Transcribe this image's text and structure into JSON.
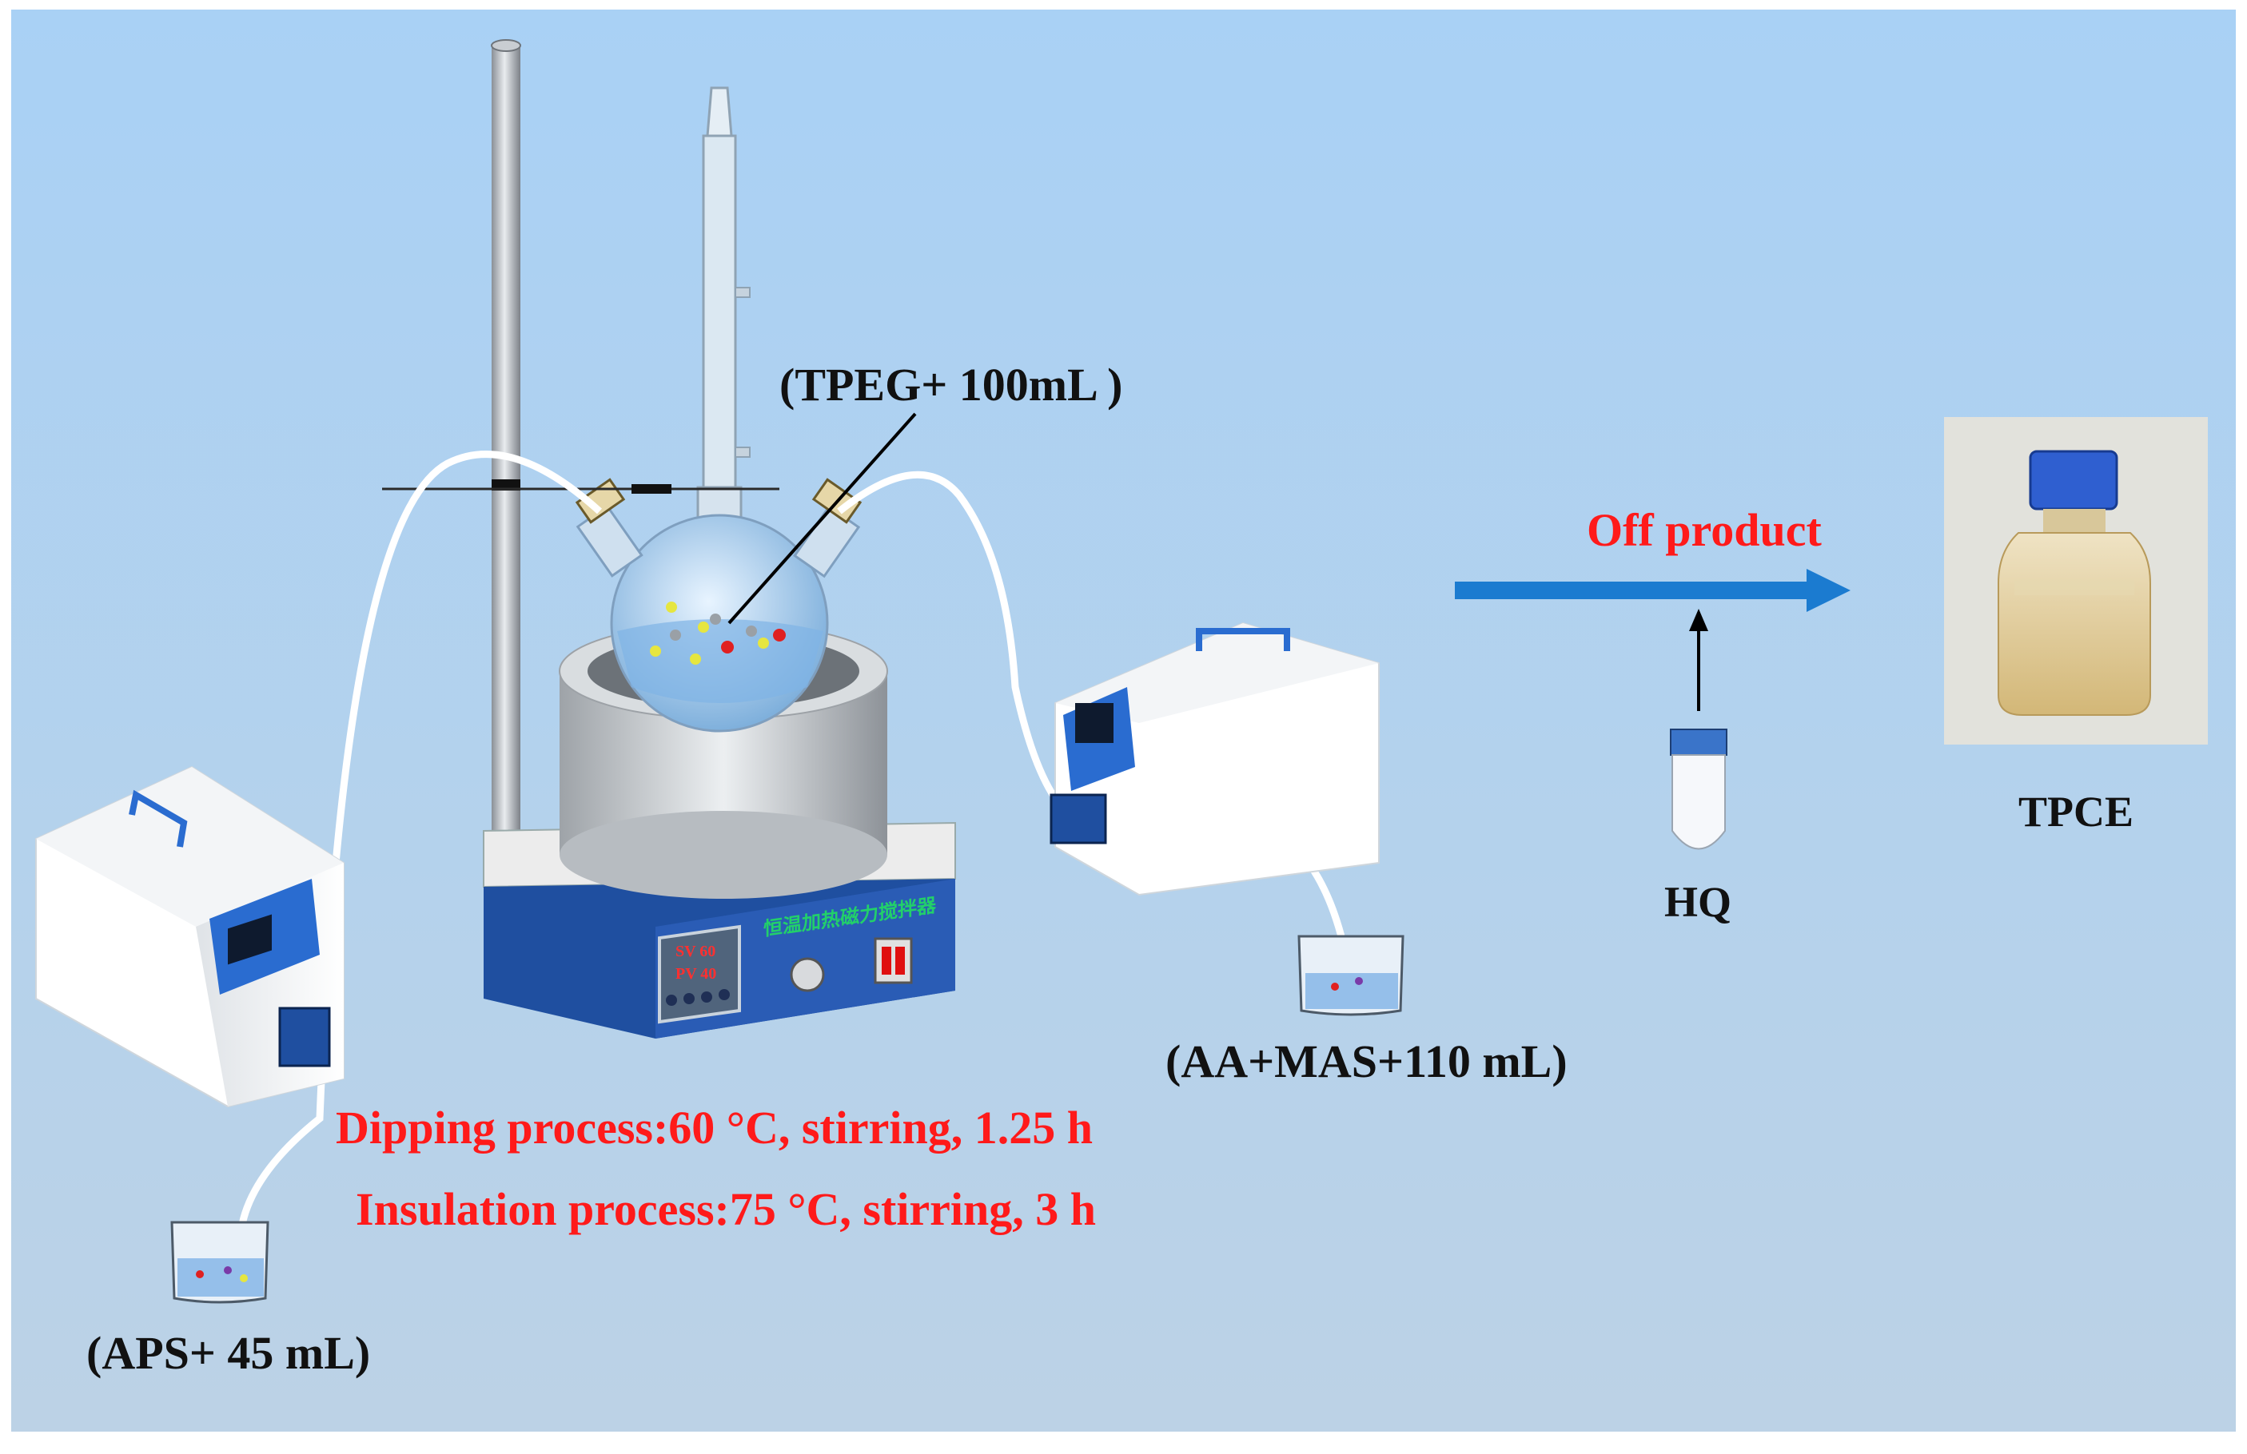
{
  "labels": {
    "tpeg": "(TPEG+ 100mL )",
    "off_product": "Off product",
    "tpce": "TPCE",
    "hq": "HQ",
    "aa_mas": "(AA+MAS+110 mL)",
    "aps": "(APS+ 45 mL)",
    "dipping": "Dipping process:60 °C, stirring, 1.25 h",
    "insulation": "Insulation process:75 °C, stirring, 3 h",
    "stirrer_brand": "恒温加热磁力搅拌器",
    "sv": "SV  60",
    "pv": "PV  40"
  },
  "colors": {
    "background_top": "#a9d1f5",
    "background_bottom": "#b8cfe4",
    "arrow_blue": "#1b7bd0",
    "text_red": "#ff1a1a",
    "stirrer_blue": "#1f4fa0"
  }
}
